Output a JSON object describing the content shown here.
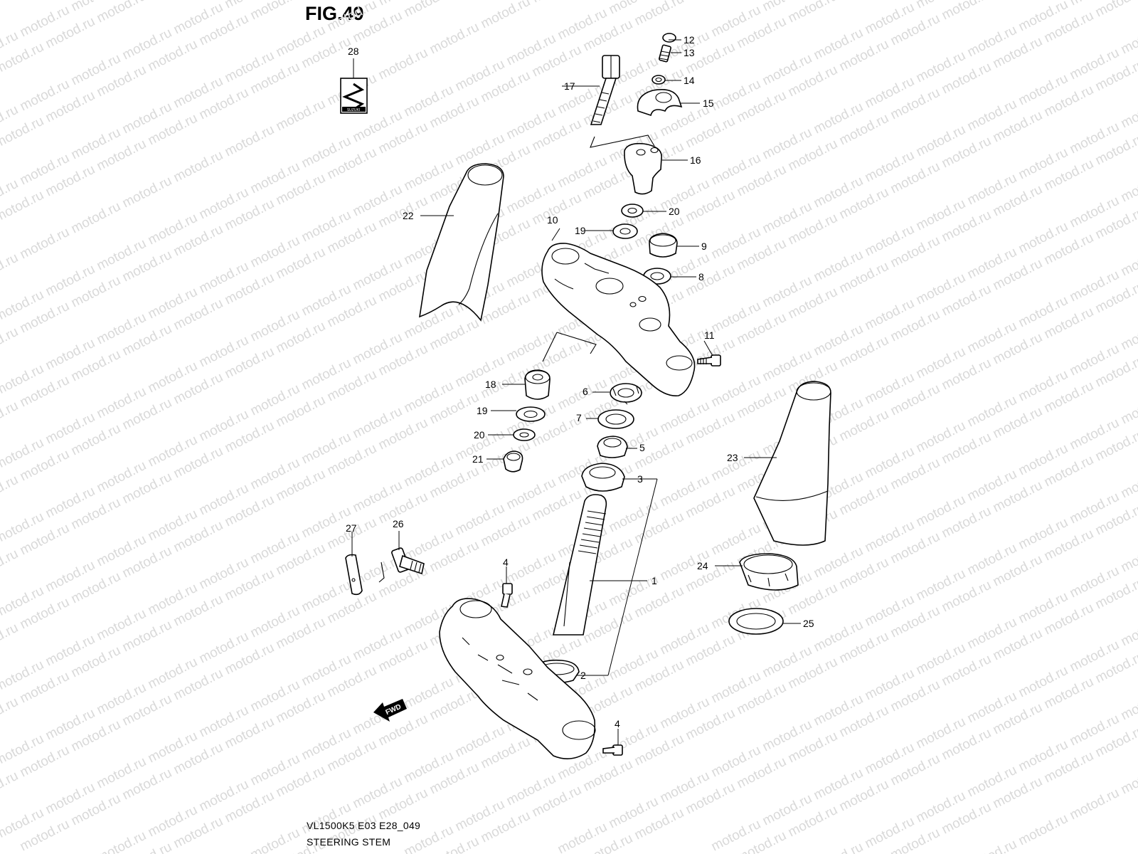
{
  "header": {
    "figure_label": "FIG.49"
  },
  "footer": {
    "model_code": "VL1500K5 E03 E28_049",
    "section_name": "STEERING STEM"
  },
  "watermark": {
    "text": "motod.ru"
  },
  "logo": {
    "brand": "SUZUKI"
  },
  "fwd_arrow": {
    "label": "FWD"
  },
  "callouts": [
    "1",
    "2",
    "3",
    "4",
    "4",
    "5",
    "6",
    "7",
    "8",
    "9",
    "10",
    "11",
    "12",
    "13",
    "14",
    "15",
    "16",
    "17",
    "18",
    "19",
    "19",
    "20",
    "20",
    "21",
    "22",
    "23",
    "24",
    "25",
    "26",
    "27",
    "28"
  ],
  "parts": [
    {
      "name": "steering-stem"
    },
    {
      "name": "lower-bracket"
    },
    {
      "name": "upper-bracket"
    },
    {
      "name": "fork-cover-left"
    },
    {
      "name": "fork-cover-right"
    },
    {
      "name": "handlebar-holder"
    },
    {
      "name": "handlebar-clamp"
    },
    {
      "name": "bearing-set"
    },
    {
      "name": "steering-stem-nut"
    },
    {
      "name": "emblem"
    }
  ]
}
